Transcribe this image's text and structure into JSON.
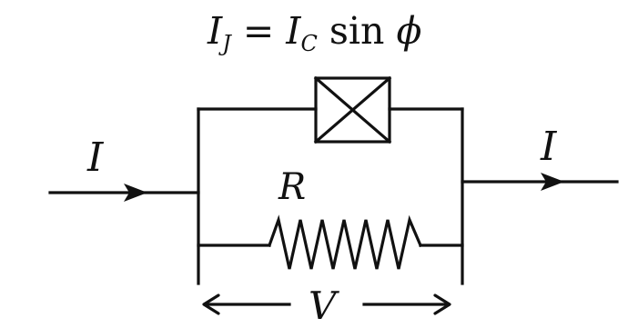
{
  "equation": {
    "lhs_symbol": "I",
    "lhs_subscript": "J",
    "equals": " = ",
    "rhs_symbol": "I",
    "rhs_subscript": "C",
    "function": " sin ",
    "argument": "ϕ"
  },
  "labels": {
    "current_in": "I",
    "current_out": "I",
    "resistor": "R",
    "voltage": "V"
  },
  "components": {
    "junction_icon": "josephson-junction-box-x",
    "resistor_icon": "zigzag-resistor"
  },
  "colors": {
    "stroke": "#111111",
    "background": "#ffffff"
  }
}
